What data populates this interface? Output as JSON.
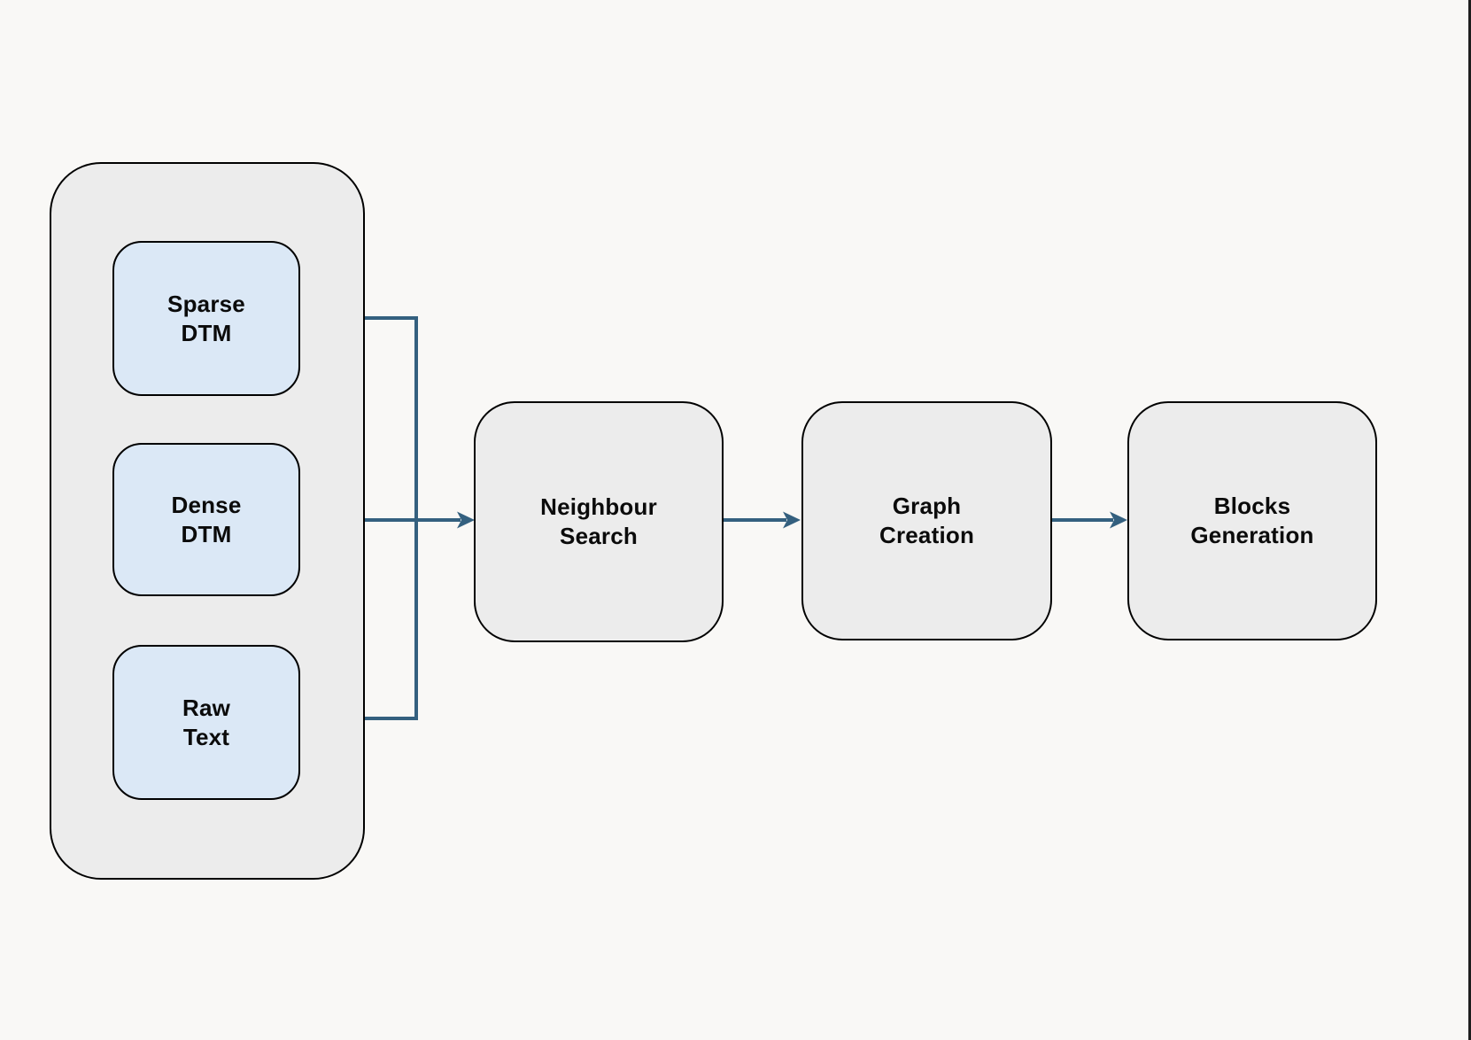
{
  "diagram": {
    "type": "flowchart",
    "direction": "left-to-right",
    "colors": {
      "background": "#F9F8F6",
      "group_fill": "#ECECEC",
      "input_fill": "#DBE8F6",
      "node_border": "#000000",
      "arrow": "#34607F",
      "text": "#0B0B0B"
    },
    "group": {
      "id": "input-sources-group",
      "contains": [
        "sparse_dtm",
        "dense_dtm",
        "raw_text"
      ]
    },
    "nodes": {
      "sparse_dtm": {
        "label": "Sparse DTM",
        "line1": "Sparse",
        "line2": "DTM",
        "type": "input"
      },
      "dense_dtm": {
        "label": "Dense DTM",
        "line1": "Dense",
        "line2": "DTM",
        "type": "input"
      },
      "raw_text": {
        "label": "Raw Text",
        "line1": "Raw",
        "line2": "Text",
        "type": "input"
      },
      "neighbour_search": {
        "label": "Neighbour Search",
        "line1": "Neighbour",
        "line2": "Search",
        "type": "process"
      },
      "graph_creation": {
        "label": "Graph Creation",
        "line1": "Graph",
        "line2": "Creation",
        "type": "process"
      },
      "blocks_generation": {
        "label": "Blocks Generation",
        "line1": "Blocks",
        "line2": "Generation",
        "type": "process"
      }
    },
    "edges": [
      {
        "from": "sparse_dtm",
        "to": "neighbour_search",
        "style": "merged"
      },
      {
        "from": "dense_dtm",
        "to": "neighbour_search",
        "style": "merged"
      },
      {
        "from": "raw_text",
        "to": "neighbour_search",
        "style": "merged"
      },
      {
        "from": "neighbour_search",
        "to": "graph_creation",
        "style": "arrow"
      },
      {
        "from": "graph_creation",
        "to": "blocks_generation",
        "style": "arrow"
      }
    ]
  }
}
